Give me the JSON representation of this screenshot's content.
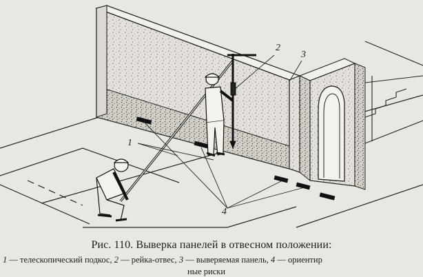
{
  "figure": {
    "callouts": [
      "1",
      "2",
      "3",
      "4"
    ]
  },
  "caption": {
    "title": "Рис. 110. Выверка панелей в отвесном положении:",
    "legend": [
      {
        "num": "1",
        "text": " — телескопический подкос, "
      },
      {
        "num": "2",
        "text": " — рейка-отвес, "
      },
      {
        "num": "3",
        "text": " — выверяемая панель, "
      },
      {
        "num": "4",
        "text": " — ориентир"
      }
    ],
    "legend_tail": "ные риски"
  }
}
